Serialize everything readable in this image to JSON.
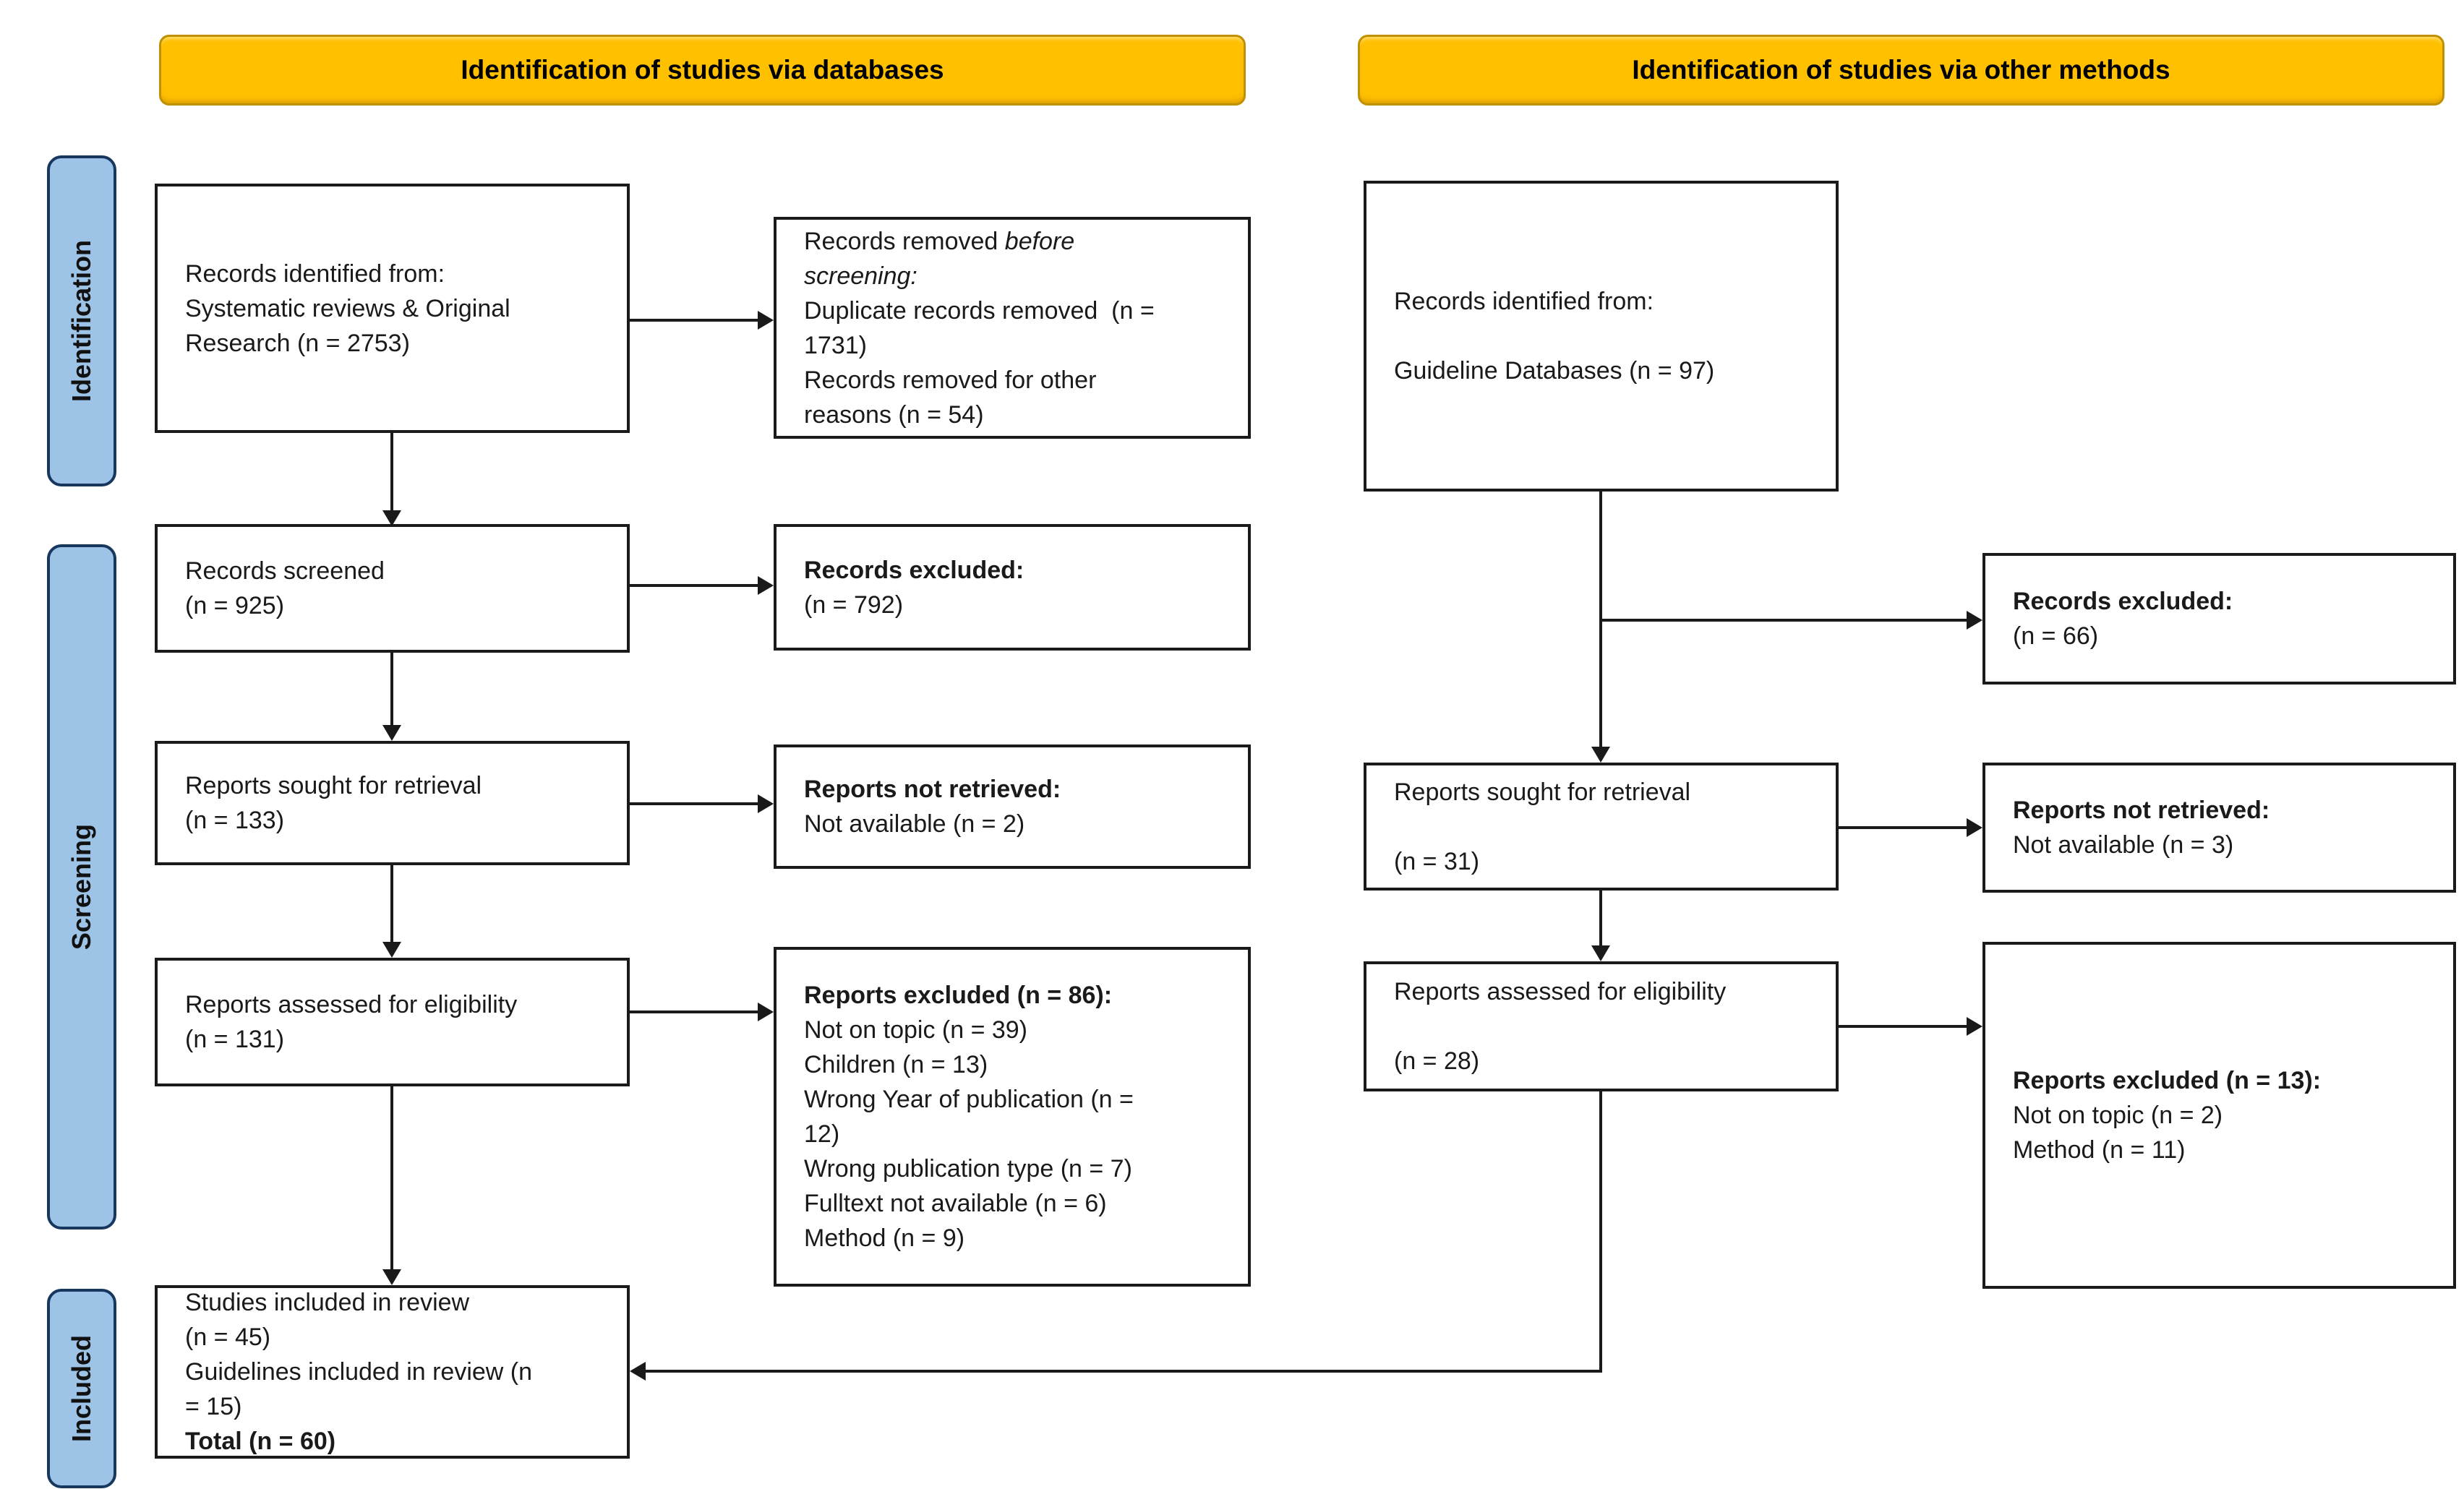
{
  "theme": {
    "banner_fill": "#FFC000",
    "banner_border": "#BF9000",
    "sidebar_fill": "#9DC3E6",
    "sidebar_border": "#17375E",
    "box_border": "#1a1a1a",
    "arrow_color": "#1a1a1a"
  },
  "headers": {
    "left": "Identification of studies via databases",
    "right": "Identification of studies via other methods"
  },
  "sidebar": {
    "items": [
      {
        "label": "Identification"
      },
      {
        "label": "Screening"
      },
      {
        "label": "Included"
      }
    ]
  },
  "boxes": {
    "db_records_identified": {
      "lines": [
        [
          [
            "Records identified from:",
            ""
          ]
        ],
        [
          [
            "Systematic reviews & Original",
            ""
          ]
        ],
        [
          [
            "Research (n = 2753)",
            ""
          ]
        ]
      ]
    },
    "db_records_removed": {
      "lines": [
        [
          [
            "Records removed ",
            ""
          ],
          [
            "before",
            "i"
          ]
        ],
        [
          [
            "screening:",
            "i"
          ]
        ],
        [
          [
            "Duplicate records removed  (n =",
            ""
          ]
        ],
        [
          [
            "1731)",
            ""
          ]
        ],
        [
          [
            "Records removed for other",
            ""
          ]
        ],
        [
          [
            "reasons (n = 54)",
            ""
          ]
        ]
      ]
    },
    "db_records_screened": {
      "lines": [
        [
          [
            "Records screened",
            ""
          ]
        ],
        [
          [
            "(n = 925)",
            ""
          ]
        ]
      ]
    },
    "db_records_excluded": {
      "lines": [
        [
          [
            "Records excluded:",
            "b"
          ]
        ],
        [
          [
            "(n = 792)",
            ""
          ]
        ]
      ]
    },
    "db_reports_sought": {
      "lines": [
        [
          [
            "Reports sought for retrieval",
            ""
          ]
        ],
        [
          [
            "(n = 133)",
            ""
          ]
        ]
      ]
    },
    "db_reports_not_retrieved": {
      "lines": [
        [
          [
            "Reports not retrieved:",
            "b"
          ]
        ],
        [
          [
            "Not available (n = 2)",
            ""
          ]
        ]
      ]
    },
    "db_reports_assessed": {
      "lines": [
        [
          [
            "Reports assessed for eligibility",
            ""
          ]
        ],
        [
          [
            "(n = 131)",
            ""
          ]
        ]
      ]
    },
    "db_reports_excluded": {
      "lines": [
        [
          [
            "Reports excluded (n = 86):",
            "b"
          ]
        ],
        [
          [
            "Not on topic (n = 39)",
            ""
          ]
        ],
        [
          [
            "Children (n = 13)",
            ""
          ]
        ],
        [
          [
            "Wrong Year of publication (n =",
            ""
          ]
        ],
        [
          [
            "12)",
            ""
          ]
        ],
        [
          [
            "Wrong publication type (n = 7)",
            ""
          ]
        ],
        [
          [
            "Fulltext not available (n = 6)",
            ""
          ]
        ],
        [
          [
            "Method (n = 9)",
            ""
          ]
        ]
      ]
    },
    "included_studies": {
      "lines": [
        [
          [
            "Studies included in review",
            ""
          ]
        ],
        [
          [
            "(n = 45)",
            ""
          ]
        ],
        [
          [
            "Guidelines included in review (n",
            ""
          ]
        ],
        [
          [
            "= 15)",
            ""
          ]
        ],
        [
          [
            "Total (n = 60)",
            "b"
          ]
        ]
      ]
    },
    "om_records_identified": {
      "lines": [
        [
          [
            "Records identified from:",
            ""
          ]
        ],
        [
          [
            "",
            ""
          ]
        ],
        [
          [
            "Guideline Databases (n = 97)",
            ""
          ]
        ]
      ]
    },
    "om_records_excluded": {
      "lines": [
        [
          [
            "Records excluded:",
            "b"
          ]
        ],
        [
          [
            "(n = 66)",
            ""
          ]
        ]
      ]
    },
    "om_reports_sought": {
      "lines": [
        [
          [
            "Reports sought for retrieval",
            ""
          ]
        ],
        [
          [
            "",
            ""
          ]
        ],
        [
          [
            "(n = 31)",
            ""
          ]
        ]
      ]
    },
    "om_reports_not_retrieved": {
      "lines": [
        [
          [
            "Reports not retrieved:",
            "b"
          ]
        ],
        [
          [
            "Not available (n = 3)",
            ""
          ]
        ]
      ]
    },
    "om_reports_assessed": {
      "lines": [
        [
          [
            "Reports assessed for eligibility",
            ""
          ]
        ],
        [
          [
            "",
            ""
          ]
        ],
        [
          [
            "(n = 28)",
            ""
          ]
        ]
      ]
    },
    "om_reports_excluded": {
      "lines": [
        [
          [
            "Reports excluded (n = 13):",
            "b"
          ]
        ],
        [
          [
            "Not on topic (n = 2)",
            ""
          ]
        ],
        [
          [
            "Method (n = 11)",
            ""
          ]
        ]
      ]
    }
  }
}
